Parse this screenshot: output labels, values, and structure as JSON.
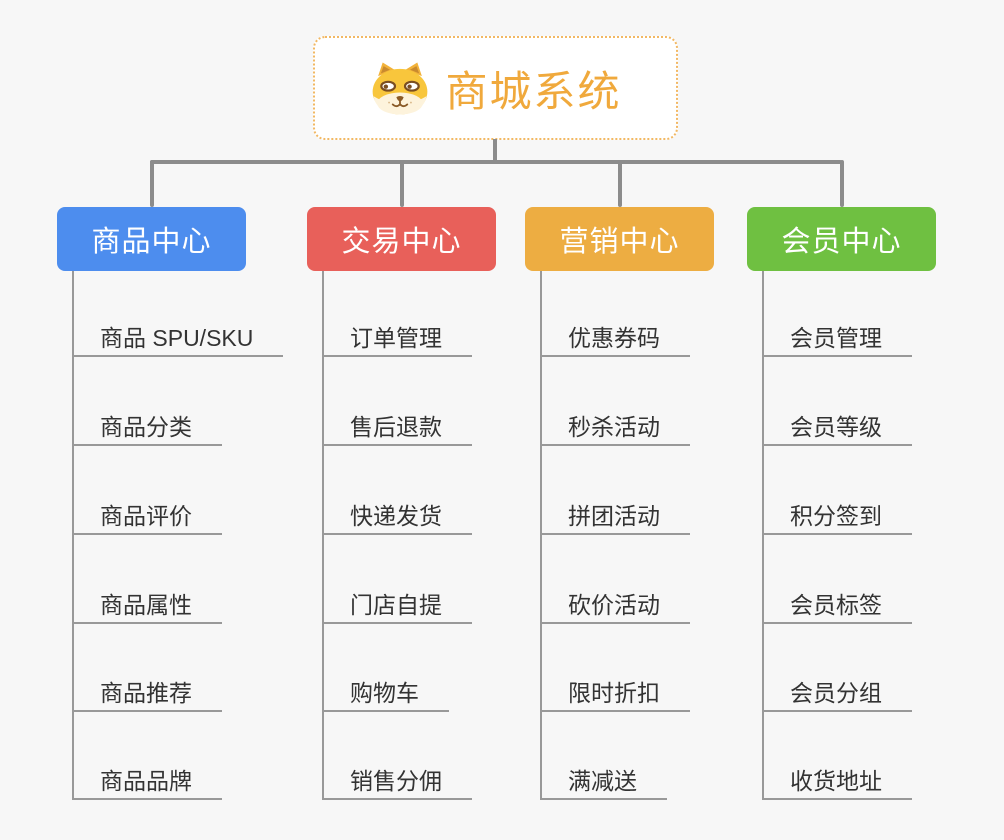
{
  "root": {
    "title": "商城系统",
    "icon": "dog-face-icon"
  },
  "branches": [
    {
      "label": "商品中心",
      "color": "#4d8dee",
      "children": [
        "商品 SPU/SKU",
        "商品分类",
        "商品评价",
        "商品属性",
        "商品推荐",
        "商品品牌"
      ]
    },
    {
      "label": "交易中心",
      "color": "#e8605a",
      "children": [
        "订单管理",
        "售后退款",
        "快递发货",
        "门店自提",
        "购物车",
        "销售分佣"
      ]
    },
    {
      "label": "营销中心",
      "color": "#edad42",
      "children": [
        "优惠券码",
        "秒杀活动",
        "拼团活动",
        "砍价活动",
        "限时折扣",
        "满减送"
      ]
    },
    {
      "label": "会员中心",
      "color": "#6fc041",
      "children": [
        "会员管理",
        "会员等级",
        "积分签到",
        "会员标签",
        "会员分组",
        "收货地址"
      ]
    }
  ],
  "colors": {
    "background": "#f7f7f7",
    "root_text": "#f0a93c",
    "root_border": "#f2b863",
    "connector": "#8c8c8c",
    "child_line": "#999999",
    "child_text": "#333333"
  }
}
